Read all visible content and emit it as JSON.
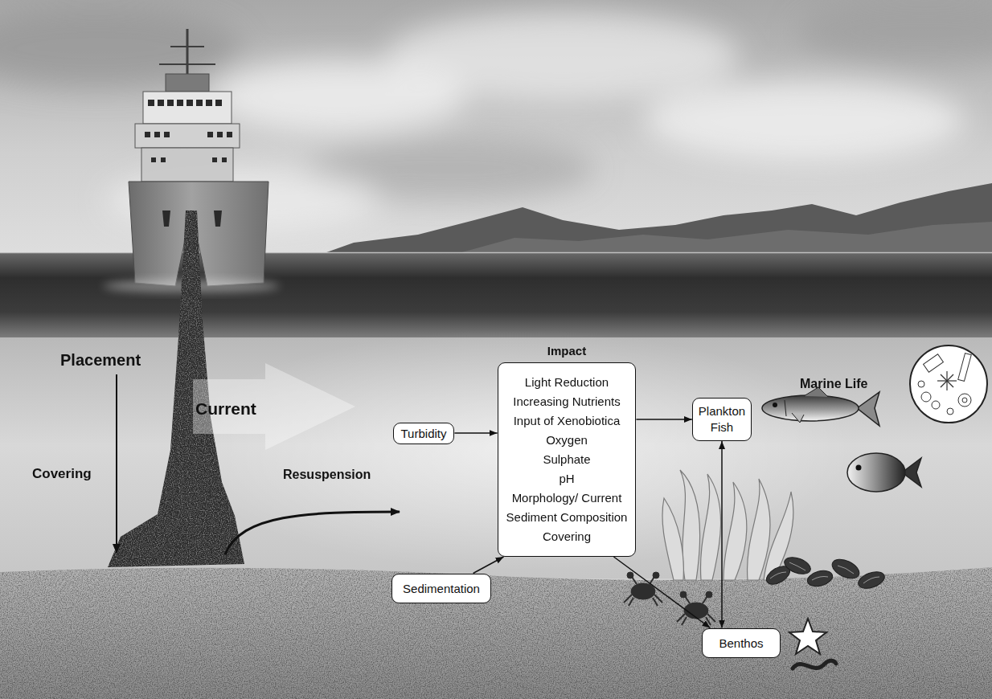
{
  "diagram": {
    "nodes": [
      {
        "text": [
          "Turbidity"
        ]
      },
      {
        "text": [
          "Impact",
          "Light Reduction",
          "Increasing Nutrients",
          "Input of Xenobiotica",
          "Oxygen",
          "Sulphate",
          "pH",
          "Morphology/ Current",
          "Sediment Composition",
          "Covering"
        ]
      },
      {
        "text": [
          "Sedimentation"
        ]
      },
      {
        "text": [
          "Plankton Fish"
        ]
      },
      {
        "text": [
          "Benthos"
        ]
      }
    ],
    "edges": [
      {
        "from": 0,
        "to": 1,
        "arrow": "to"
      },
      {
        "from": 2,
        "to": 1,
        "arrow": "to"
      },
      {
        "from": 1,
        "to": 3,
        "arrow": "to"
      },
      {
        "from": 1,
        "to": 4,
        "arrow": "to"
      },
      {
        "from": 3,
        "to": 4,
        "arrow": "both"
      }
    ],
    "labels": [
      "Placement",
      "Current",
      "Covering",
      "Resuspension",
      "Marine Life"
    ]
  }
}
